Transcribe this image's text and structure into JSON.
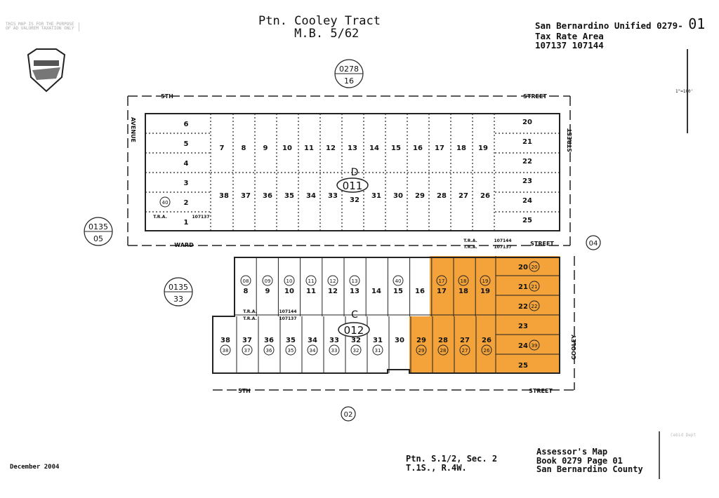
{
  "header": {
    "title_line1": "Ptn. Cooley Tract",
    "title_line2": "M.B. 5/62",
    "district": "San Bernardino Unified 0279-",
    "page_no": "01",
    "tra_label": "Tax Rate Area",
    "tra_values": "107137 107144"
  },
  "notice": {
    "line1": "THIS MAP IS FOR THE PURPOSE",
    "line2": "OF AD VALOREM TAXATION ONLY"
  },
  "scale": "1\"=100'",
  "footer": {
    "date": "December 2004",
    "sec_line1": "Ptn. S.1/2, Sec. 2",
    "sec_line2": "T.1S., R.4W.",
    "map_line1": "Assessor's Map",
    "map_line2": "Book 0279 Page 01",
    "map_line3": "San Bernardino County",
    "stamp": "Cebid Dept"
  },
  "refs": {
    "top": [
      "0278",
      "16"
    ],
    "left_upper": [
      "0135",
      "05"
    ],
    "left_lower": [
      "0135",
      "33"
    ],
    "right": "04",
    "bottom": "02"
  },
  "streets": {
    "north": "5TH",
    "north_east": "STREET",
    "west": "AVENUE",
    "ward": "WARD",
    "mid_street": "STREET",
    "east": "STREET",
    "cooley": "COOLEY",
    "south": "5TH",
    "south_street": "STREET"
  },
  "blocks": {
    "upper": {
      "letter": "D",
      "book": "011"
    },
    "lower": {
      "letter": "C",
      "book": "012"
    }
  },
  "tra_marks": {
    "a": "T.R.A.",
    "b": "107137",
    "c": "107144"
  },
  "highlight_color": "#f3a33a",
  "upper_lots": {
    "left": [
      {
        "n": "6"
      },
      {
        "n": "5"
      },
      {
        "n": "4"
      },
      {
        "n": "3"
      },
      {
        "n": "2",
        "c": "40"
      },
      {
        "n": "1"
      }
    ],
    "top": [
      {
        "n": "7"
      },
      {
        "n": "8"
      },
      {
        "n": "9"
      },
      {
        "n": "10"
      },
      {
        "n": "11"
      },
      {
        "n": "12"
      },
      {
        "n": "13"
      },
      {
        "n": "14"
      },
      {
        "n": "15"
      },
      {
        "n": "16"
      },
      {
        "n": "17"
      },
      {
        "n": "18"
      },
      {
        "n": "19"
      }
    ],
    "bottom": [
      {
        "n": "38"
      },
      {
        "n": "37"
      },
      {
        "n": "36"
      },
      {
        "n": "35"
      },
      {
        "n": "34"
      },
      {
        "n": "33"
      },
      {
        "n": "32"
      },
      {
        "n": "31"
      },
      {
        "n": "30"
      },
      {
        "n": "29"
      },
      {
        "n": "28"
      },
      {
        "n": "27"
      },
      {
        "n": "26"
      }
    ],
    "right": [
      {
        "n": "20"
      },
      {
        "n": "21"
      },
      {
        "n": "22"
      },
      {
        "n": "23"
      },
      {
        "n": "24"
      },
      {
        "n": "25"
      }
    ]
  },
  "lower_lots": {
    "top": [
      {
        "n": "8",
        "c": "08"
      },
      {
        "n": "9",
        "c": "09"
      },
      {
        "n": "10",
        "c": "10"
      },
      {
        "n": "11",
        "c": "11"
      },
      {
        "n": "12",
        "c": "12"
      },
      {
        "n": "13",
        "c": "13"
      },
      {
        "n": "14"
      },
      {
        "n": "15",
        "c": "40"
      },
      {
        "n": "16"
      },
      {
        "n": "17",
        "c": "17"
      },
      {
        "n": "18",
        "c": "18"
      },
      {
        "n": "19",
        "c": "19"
      }
    ],
    "bottom": [
      {
        "n": "38",
        "c": "38"
      },
      {
        "n": "37",
        "c": "37"
      },
      {
        "n": "36",
        "c": "36"
      },
      {
        "n": "35",
        "c": "35"
      },
      {
        "n": "34",
        "c": "34"
      },
      {
        "n": "33",
        "c": "33"
      },
      {
        "n": "32",
        "c": "32"
      },
      {
        "n": "31",
        "c": "31"
      },
      {
        "n": "30"
      },
      {
        "n": "29",
        "c": "29"
      },
      {
        "n": "28",
        "c": "28"
      },
      {
        "n": "27",
        "c": "27"
      },
      {
        "n": "26",
        "c": "26"
      }
    ],
    "right": [
      {
        "n": "20",
        "c": "20"
      },
      {
        "n": "21",
        "c": "21"
      },
      {
        "n": "22",
        "c": "22"
      },
      {
        "n": "23"
      },
      {
        "n": "24",
        "c": "39"
      },
      {
        "n": "25"
      }
    ]
  }
}
